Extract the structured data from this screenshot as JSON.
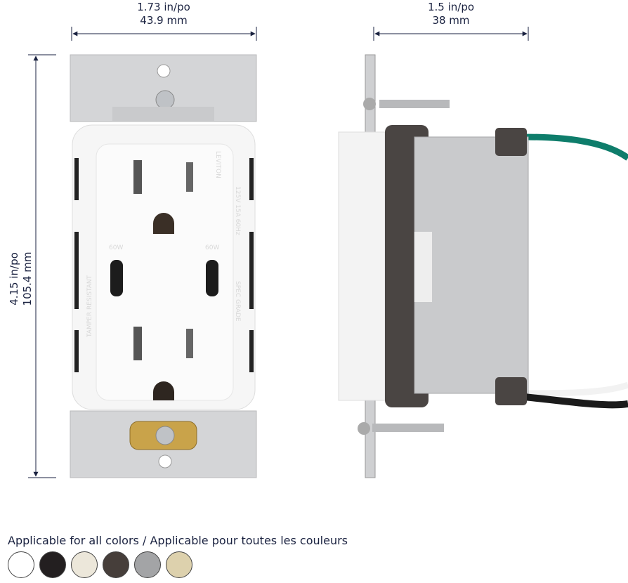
{
  "front_width": {
    "imperial": "1.73 in/po",
    "metric": "43.9 mm"
  },
  "side_depth": {
    "imperial": "1.5 in/po",
    "metric": "38 mm"
  },
  "height": {
    "imperial": "4.15 in/po",
    "metric": "105.4 mm"
  },
  "product_markings": [
    "LEVITON",
    "125V 15A 60Hz",
    "TAMPER RESISTANT",
    "SPEC GRADE",
    "60W",
    "60W"
  ],
  "caption": "Applicable for all colors / Applicable pour toutes les couleurs",
  "colors": [
    "#ffffff",
    "#231f20",
    "#ece7da",
    "#463e3a",
    "#a3a4a6",
    "#ddd1ad"
  ]
}
